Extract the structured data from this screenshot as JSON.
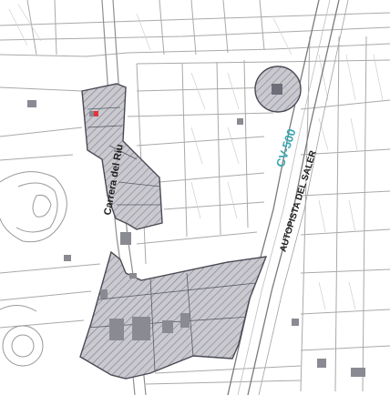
{
  "map": {
    "labels": {
      "street": "Carrera del Riu",
      "highway": "AUTOPISTA DEL SALER",
      "road_code": "CV-500"
    },
    "colors": {
      "background": "#ffffff",
      "line": "#a9a9a9",
      "fine_line": "#cfcfcf",
      "zone_fill": "#c9c9cf",
      "zone_stroke": "#4a4a55",
      "hatch": "#7d7d88",
      "building": "#8a8a92",
      "road_code": "#39a7b3",
      "marker": "#e0343a",
      "label": "#1e1e1e"
    }
  }
}
